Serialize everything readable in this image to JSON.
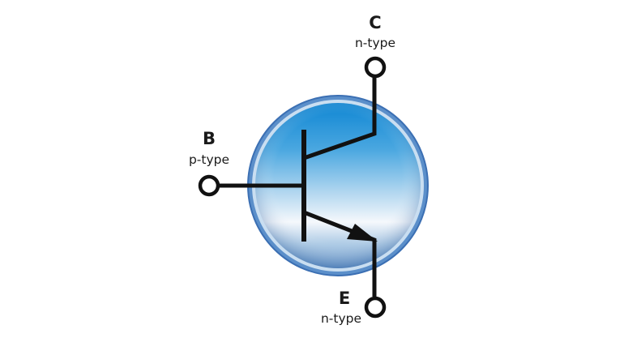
{
  "collector": {
    "letter": "C",
    "type_label": "n-type"
  },
  "base": {
    "letter": "B",
    "type_label": "p-type"
  },
  "emitter": {
    "letter": "E",
    "type_label": "n-type"
  },
  "colors": {
    "sphere_top": "#1a8fd6",
    "sphere_mid": "#8fc6ea",
    "sphere_highlight": "#f4f8fc",
    "sphere_rim": "#3f74b8",
    "wire": "#111111"
  }
}
